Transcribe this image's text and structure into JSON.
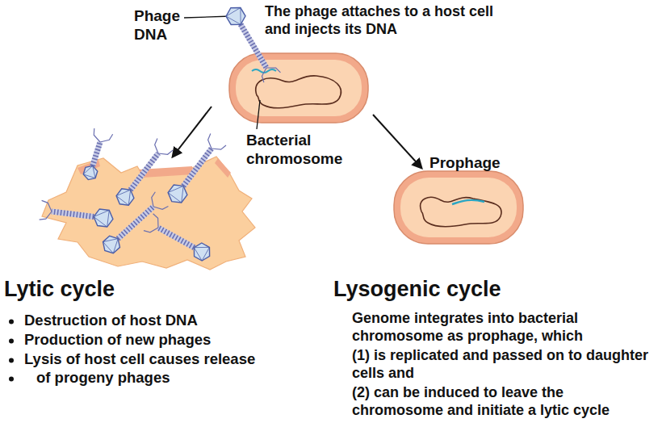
{
  "diagram": {
    "labels": [
      "Phage DNA",
      "The phage attaches to a host cell and injects its DNA",
      "Bacterial chromosome",
      "Prophage",
      "Lytic cycle",
      "Destruction of host DNA",
      "Production of new phages",
      "Lysis of host cell causes release",
      "of progeny phages",
      "Lysogenic cycle",
      "Genome integrates into bacterial chromosome as prophage, which",
      "(1) is replicated and passed on to daughter cells and",
      "(2) can be induced to leave the chromosome and initiate a lytic cycle"
    ]
  }
}
